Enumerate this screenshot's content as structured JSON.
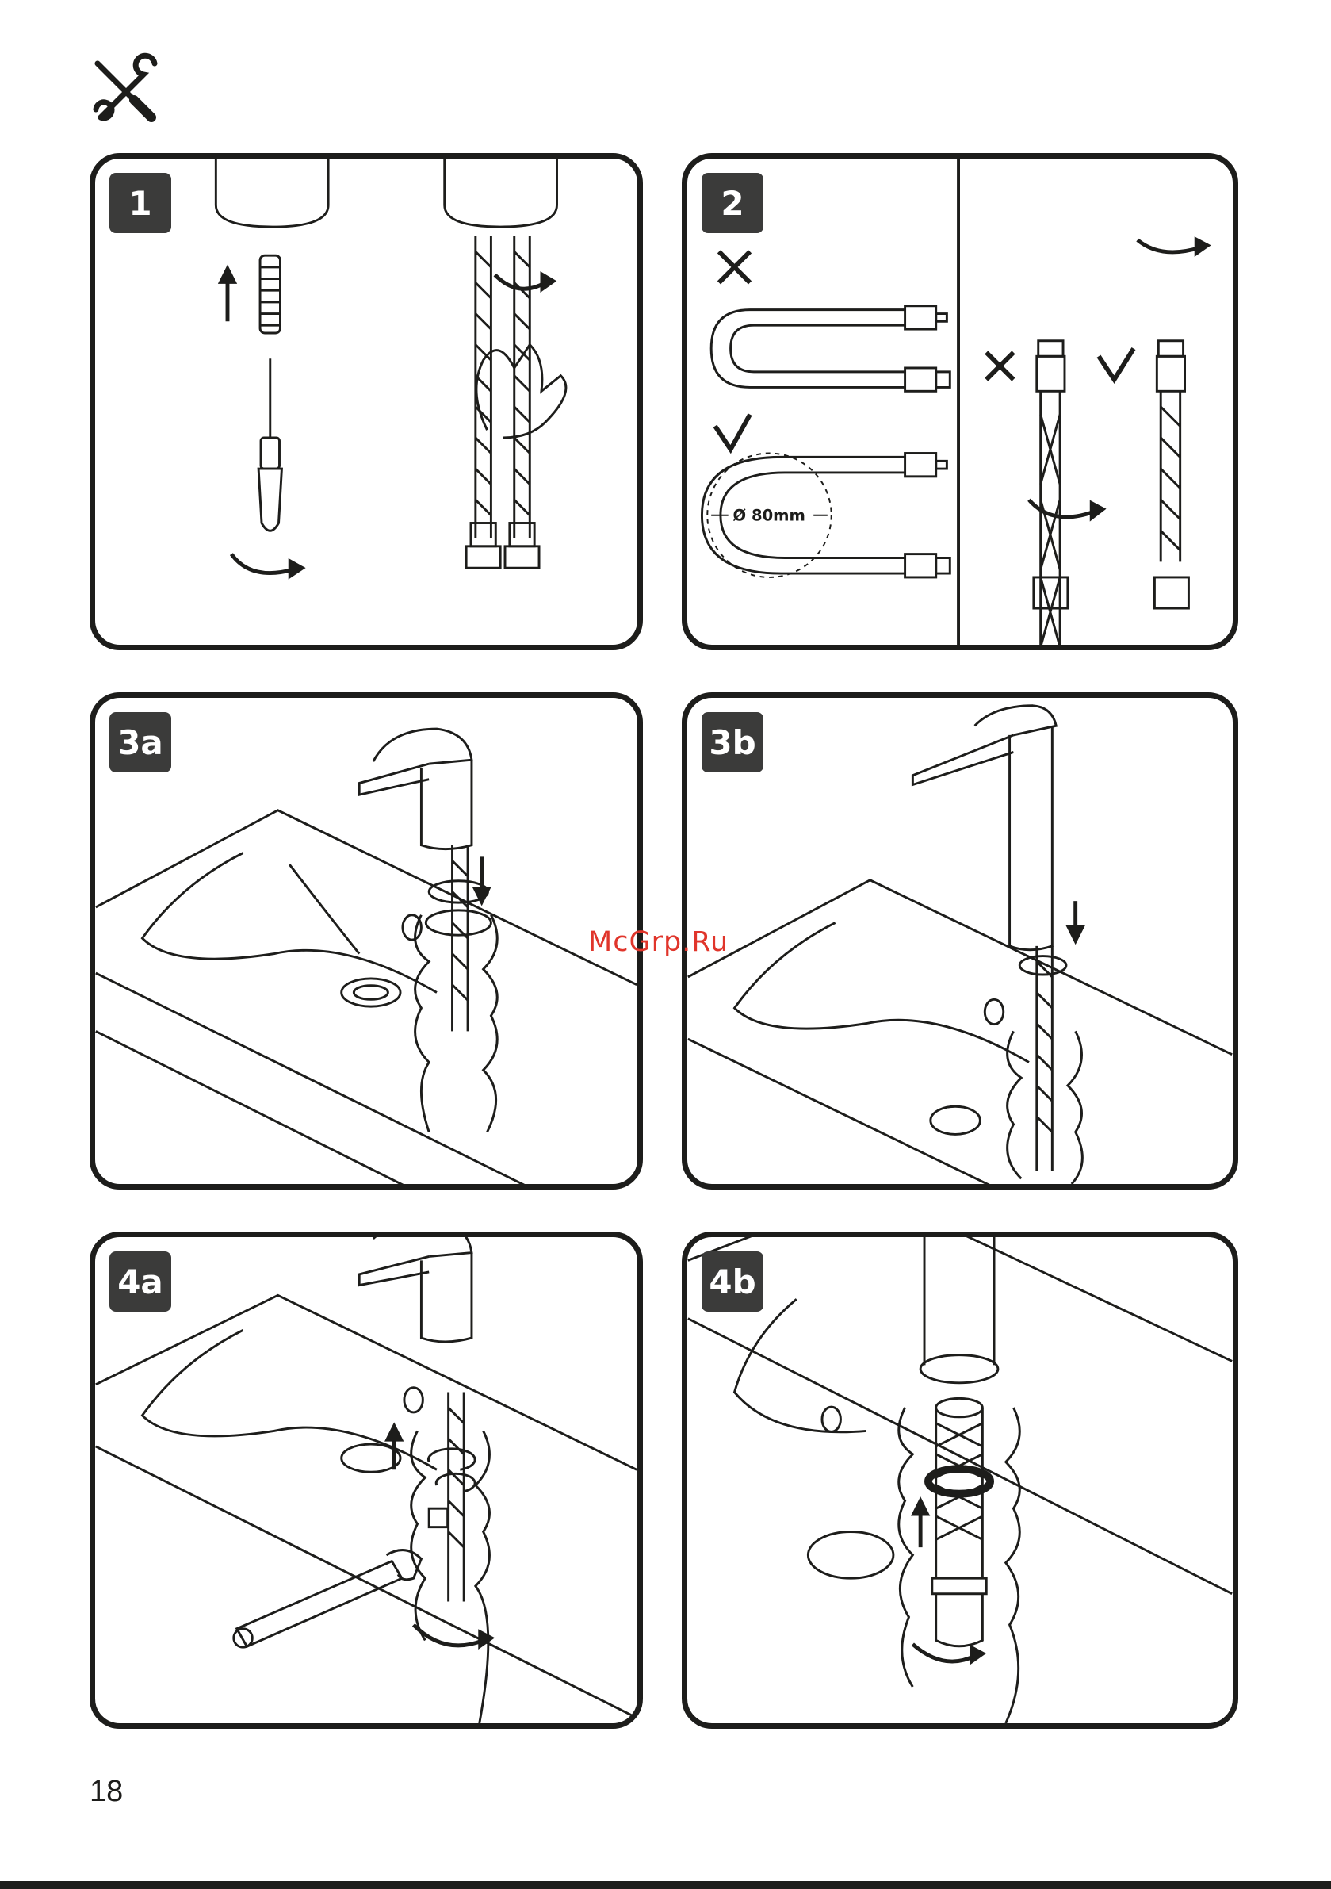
{
  "header": {
    "icon": "tools-icon"
  },
  "panels": [
    {
      "id": "1",
      "label": "1"
    },
    {
      "id": "2",
      "label": "2",
      "dimension_label": "Ø 80mm"
    },
    {
      "id": "3a",
      "label": "3a"
    },
    {
      "id": "3b",
      "label": "3b"
    },
    {
      "id": "4a",
      "label": "4a"
    },
    {
      "id": "4b",
      "label": "4b"
    }
  ],
  "watermark": "McGrp.Ru",
  "footer": {
    "page_number": "18"
  },
  "colors": {
    "ink": "#1d1d1b",
    "badge": "#3b3b3a",
    "watermark": "#e0352b"
  }
}
